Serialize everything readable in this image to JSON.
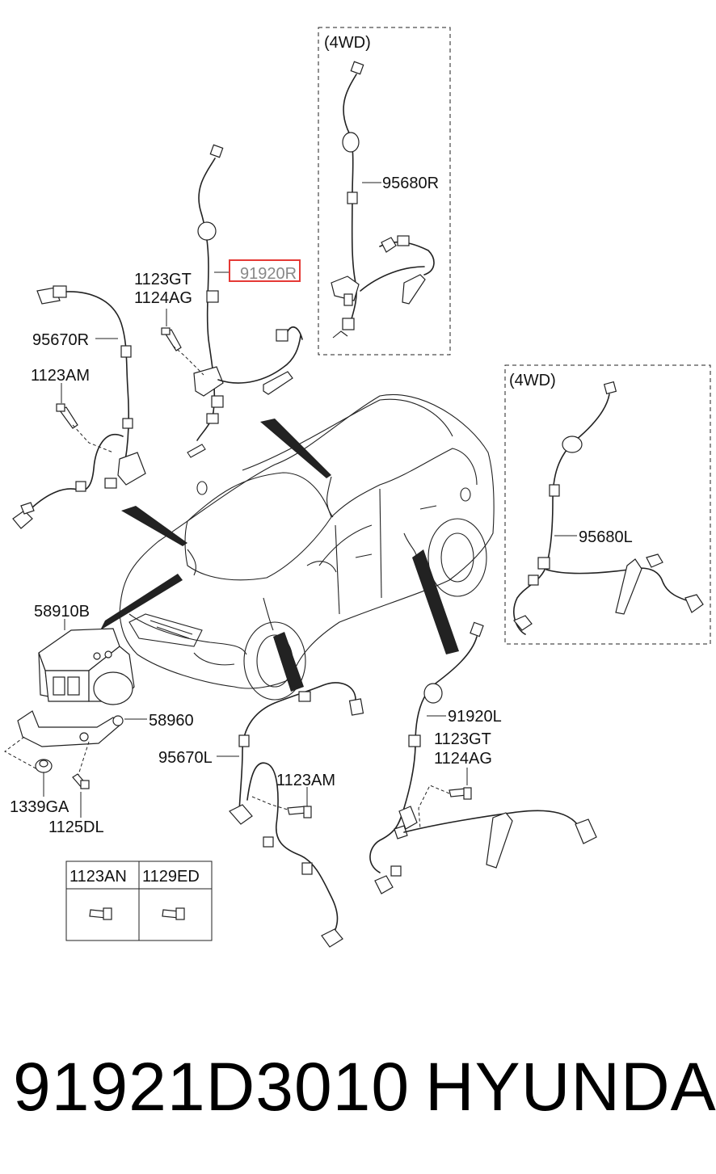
{
  "labels": {
    "box_4wd_top": "(4WD)",
    "box_4wd_right": "(4WD)",
    "p95680R": "95680R",
    "p91920R": "91920R",
    "p1123GT_a": "1123GT",
    "p1124AG_a": "1124AG",
    "p95670R": "95670R",
    "p1123AM_a": "1123AM",
    "p95680L": "95680L",
    "p58910B": "58910B",
    "p58960": "58960",
    "p1339GA": "1339GA",
    "p1125DL": "1125DL",
    "p95670L": "95670L",
    "p1123AM_b": "1123AM",
    "p91920L": "91920L",
    "p1123GT_b": "1123GT",
    "p1124AG_b": "1124AG"
  },
  "table": {
    "col1": "1123AN",
    "col2": "1129ED"
  },
  "footer": {
    "part_number": "91921D3010",
    "brand": "HYUNDAI"
  },
  "colors": {
    "highlight": "#e53935"
  }
}
